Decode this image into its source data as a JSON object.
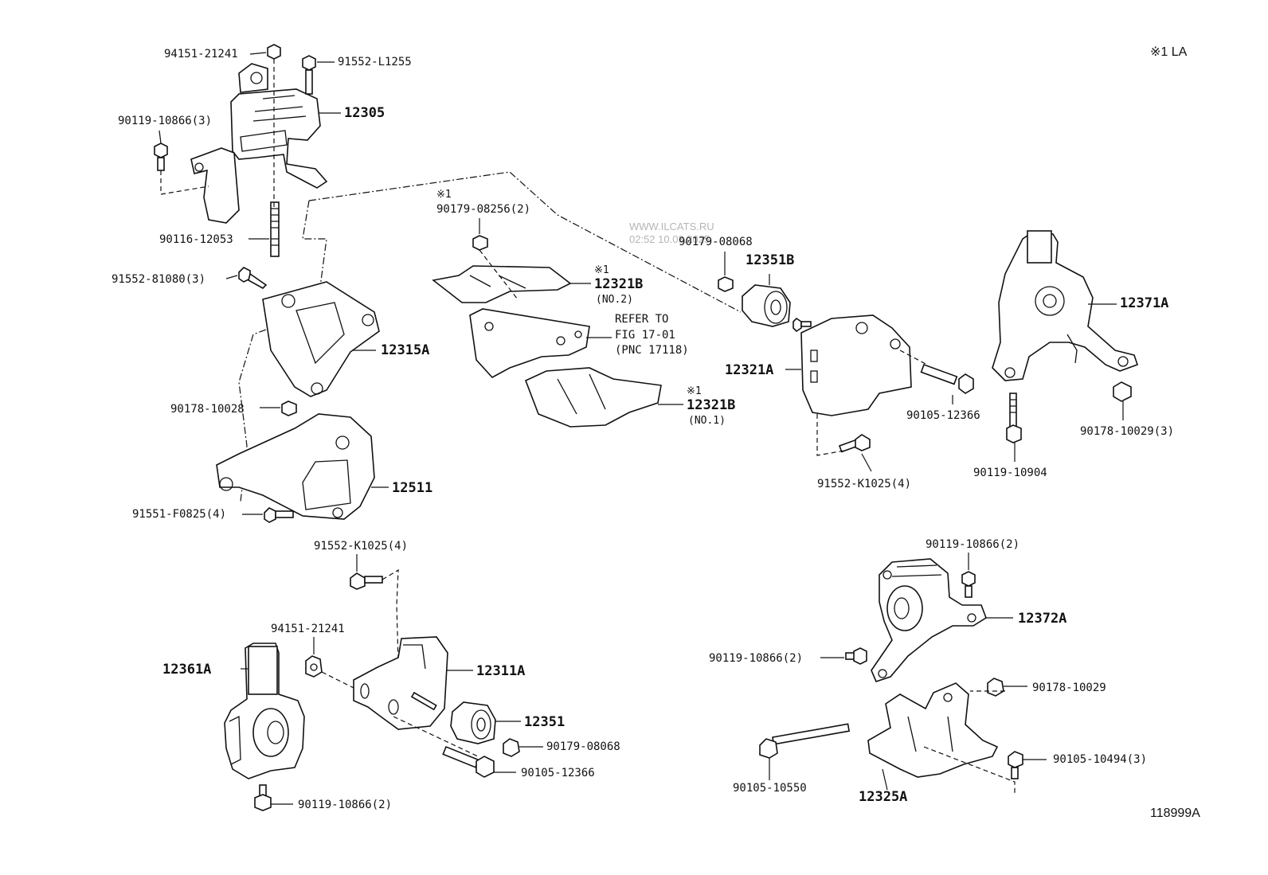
{
  "header": {
    "corner_note": "※1 LA"
  },
  "watermark": {
    "site": "WWW.ILCATS.RU",
    "stamp": "02:52 10.03.2025"
  },
  "footer": {
    "figure_id": "118999A"
  },
  "labels": {
    "p94151_21241_top": "94151-21241",
    "p91552_L1255": "91552-L1255",
    "p12305": "12305",
    "p90119_10866_3": "90119-10866(3)",
    "p90116_12053": "90116-12053",
    "p91552_81080_3": "91552-81080(3)",
    "p12315A": "12315A",
    "p90178_10028": "90178-10028",
    "p12511": "12511",
    "p91551_F0825_4": "91551-F0825(4)",
    "mark_a": "※1",
    "p90179_08256_2": "90179-08256(2)",
    "mark_b": "※1",
    "p12321B_no2": "12321B",
    "no2": "(NO.2)",
    "refer1": "REFER TO",
    "refer2": "FIG 17-01",
    "refer3": "(PNC 17118)",
    "mark_c": "※1",
    "p12321B_no1": "12321B",
    "no1": "(NO.1)",
    "p90179_08068_top": "90179-08068",
    "p12351B": "12351B",
    "p12321A": "12321A",
    "p90105_12366_top": "90105-12366",
    "p91552_K1025_4_right": "91552-K1025(4)",
    "p12371A": "12371A",
    "p90178_10029_3": "90178-10029(3)",
    "p90119_10904": "90119-10904",
    "p91552_K1025_4_mid": "91552-K1025(4)",
    "p94151_21241_mid": "94151-21241",
    "p12361A": "12361A",
    "p12311A": "12311A",
    "p12351": "12351",
    "p90179_08068_bot": "90179-08068",
    "p90105_12366_bot": "90105-12366",
    "p90119_10866_2_bot": "90119-10866(2)",
    "p90119_10866_2_top": "90119-10866(2)",
    "p12372A": "12372A",
    "p90119_10866_2_mid": "90119-10866(2)",
    "p90178_10029": "90178-10029",
    "p90105_10494_3": "90105-10494(3)",
    "p90105_10550": "90105-10550",
    "p12325A": "12325A"
  }
}
